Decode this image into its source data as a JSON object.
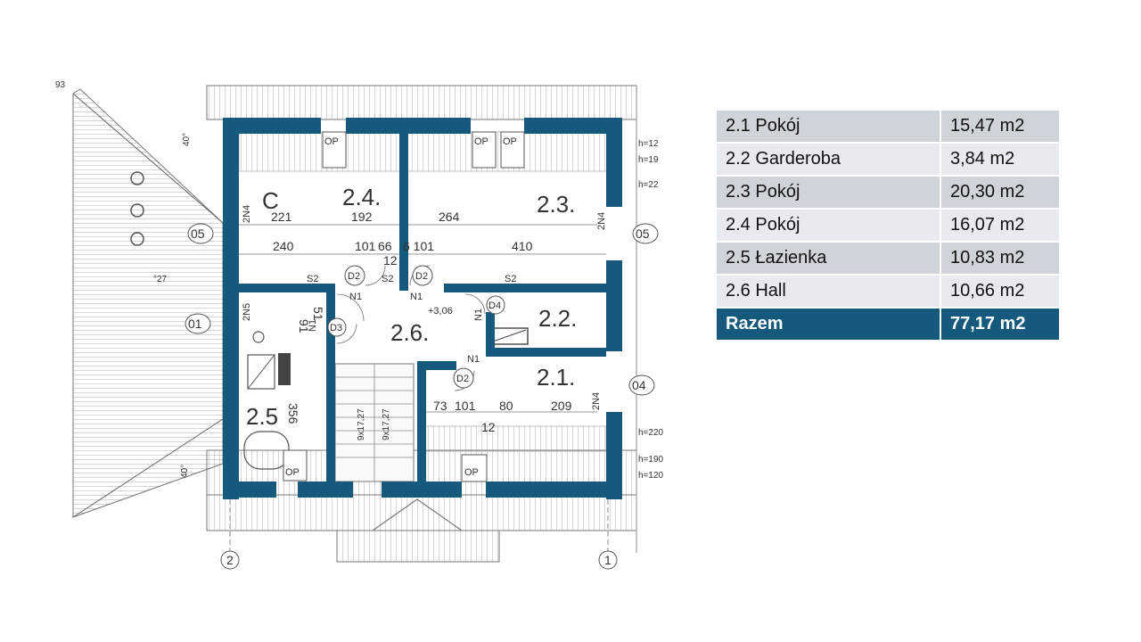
{
  "colors": {
    "wall": "#155a7c",
    "line": "#6b6b6b",
    "grid_bg": "#f4f4f4",
    "table_odd": "#cfd4da",
    "table_even": "#e7eaee",
    "table_total": "#155a7c"
  },
  "plan": {
    "rooms": {
      "r21": "2.1.",
      "r22": "2.2.",
      "r23": "2.3.",
      "r24": "2.4.",
      "r25": "2.5",
      "r26": "2.6.",
      "c": "C"
    },
    "axes": {
      "a05l": "05",
      "a05r": "05",
      "a01": "01",
      "a04": "04",
      "a2": "2",
      "a1": "1"
    },
    "doors": {
      "d1": "D2",
      "d2": "D2",
      "d3": "D3",
      "d4": "D4",
      "d5": "D2"
    },
    "windows": {
      "w1": "OP",
      "w2": "OP",
      "w3": "OP",
      "w4": "OP",
      "w5": "OP"
    },
    "codes": {
      "n1a": "N1",
      "n1b": "N1",
      "n1c": "N1",
      "n1d": "N1",
      "n1e": "N1",
      "s2a": "S2",
      "s2b": "S2",
      "s2c": "S2",
      "c2n4a": "2N4",
      "c2n4b": "2N4",
      "c2n4c": "2N4",
      "c2n5": "2N5",
      "elev": "+3,06",
      "stair1": "9x17,27",
      "stair2": "9x17,27",
      "h12": "h=12",
      "h19": "h=19",
      "h22": "h=22",
      "h220": "h=220",
      "h190": "h=190",
      "h120": "h=120",
      "deg40a": "40°",
      "deg40b": "40°",
      "deg27": "°27",
      "num93": "93"
    },
    "dims": {
      "d221": "221",
      "d192": "192",
      "d264": "264",
      "d240": "240",
      "d101a": "101",
      "d66": "66",
      "d6101": "6 101",
      "d410": "410",
      "d12a": "12",
      "d51": "51",
      "d91": "91",
      "d356": "356",
      "d73": "73",
      "d101b": "101",
      "d80": "80",
      "d209": "209",
      "d12b": "12"
    }
  },
  "area_table": {
    "rows": [
      {
        "name": "2.1 Pokój",
        "area": "15,47 m2"
      },
      {
        "name": "2.2 Garderoba",
        "area": "3,84 m2"
      },
      {
        "name": "2.3 Pokój",
        "area": "20,30 m2"
      },
      {
        "name": "2.4 Pokój",
        "area": "16,07 m2"
      },
      {
        "name": "2.5 Łazienka",
        "area": "10,83 m2"
      },
      {
        "name": "2.6 Hall",
        "area": "10,66 m2"
      }
    ],
    "total": {
      "name": "Razem",
      "area": "77,17 m2"
    }
  }
}
